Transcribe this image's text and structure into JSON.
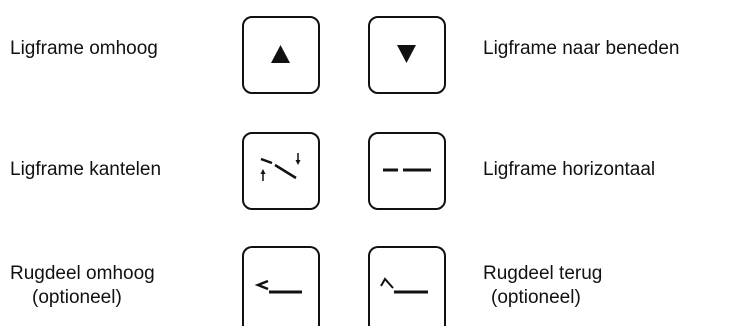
{
  "controls": {
    "row1": {
      "left_label": "Ligframe omhoog",
      "left_icon": "triangle-up-icon",
      "right_icon": "triangle-down-icon",
      "right_label": "Ligframe naar beneden"
    },
    "row2": {
      "left_label": "Ligframe kantelen",
      "left_icon": "tilt-icon",
      "right_icon": "horizontal-icon",
      "right_label": "Ligframe horizontaal"
    },
    "row3": {
      "left_label": "Rugdeel omhoog",
      "left_label_sub": "(optioneel)",
      "left_icon": "backrest-up-icon",
      "right_icon": "backrest-down-icon",
      "right_label": "Rugdeel terug",
      "right_label_sub": "(optioneel)"
    }
  }
}
